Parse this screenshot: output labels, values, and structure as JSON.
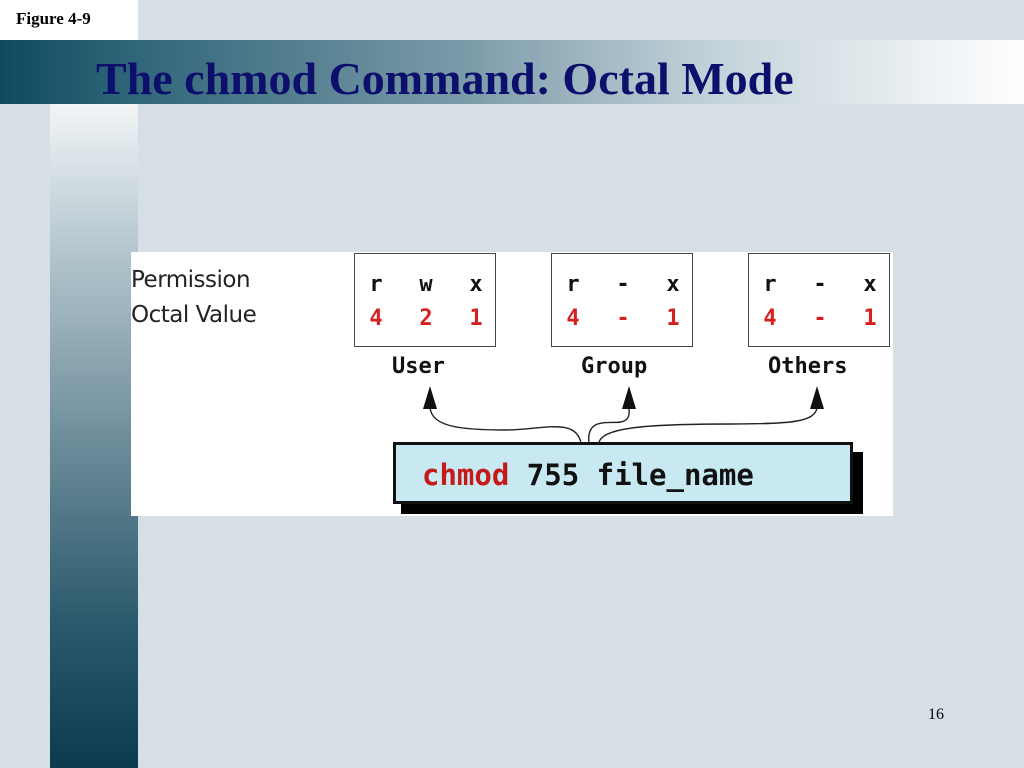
{
  "slide": {
    "figure_label": "Figure 4-9",
    "title": "The chmod Command: Octal Mode",
    "page_number": "16"
  },
  "diagram": {
    "row_labels": {
      "permission": "Permission",
      "octal": "Octal Value"
    },
    "groups": [
      {
        "name": "User",
        "permissions": [
          "r",
          "w",
          "x"
        ],
        "octal": [
          "4",
          "2",
          "1"
        ]
      },
      {
        "name": "Group",
        "permissions": [
          "r",
          "-",
          "x"
        ],
        "octal": [
          "4",
          "-",
          "1"
        ]
      },
      {
        "name": "Others",
        "permissions": [
          "r",
          "-",
          "x"
        ],
        "octal": [
          "4",
          "-",
          "1"
        ]
      }
    ],
    "command": {
      "name": "chmod",
      "mode": "755",
      "file": "file_name"
    }
  },
  "colors": {
    "title": "#0c0f6b",
    "octal_value": "#d42020",
    "command_name": "#c41a1a",
    "command_box": "#c8e8f2",
    "background": "#d6dfe6"
  }
}
